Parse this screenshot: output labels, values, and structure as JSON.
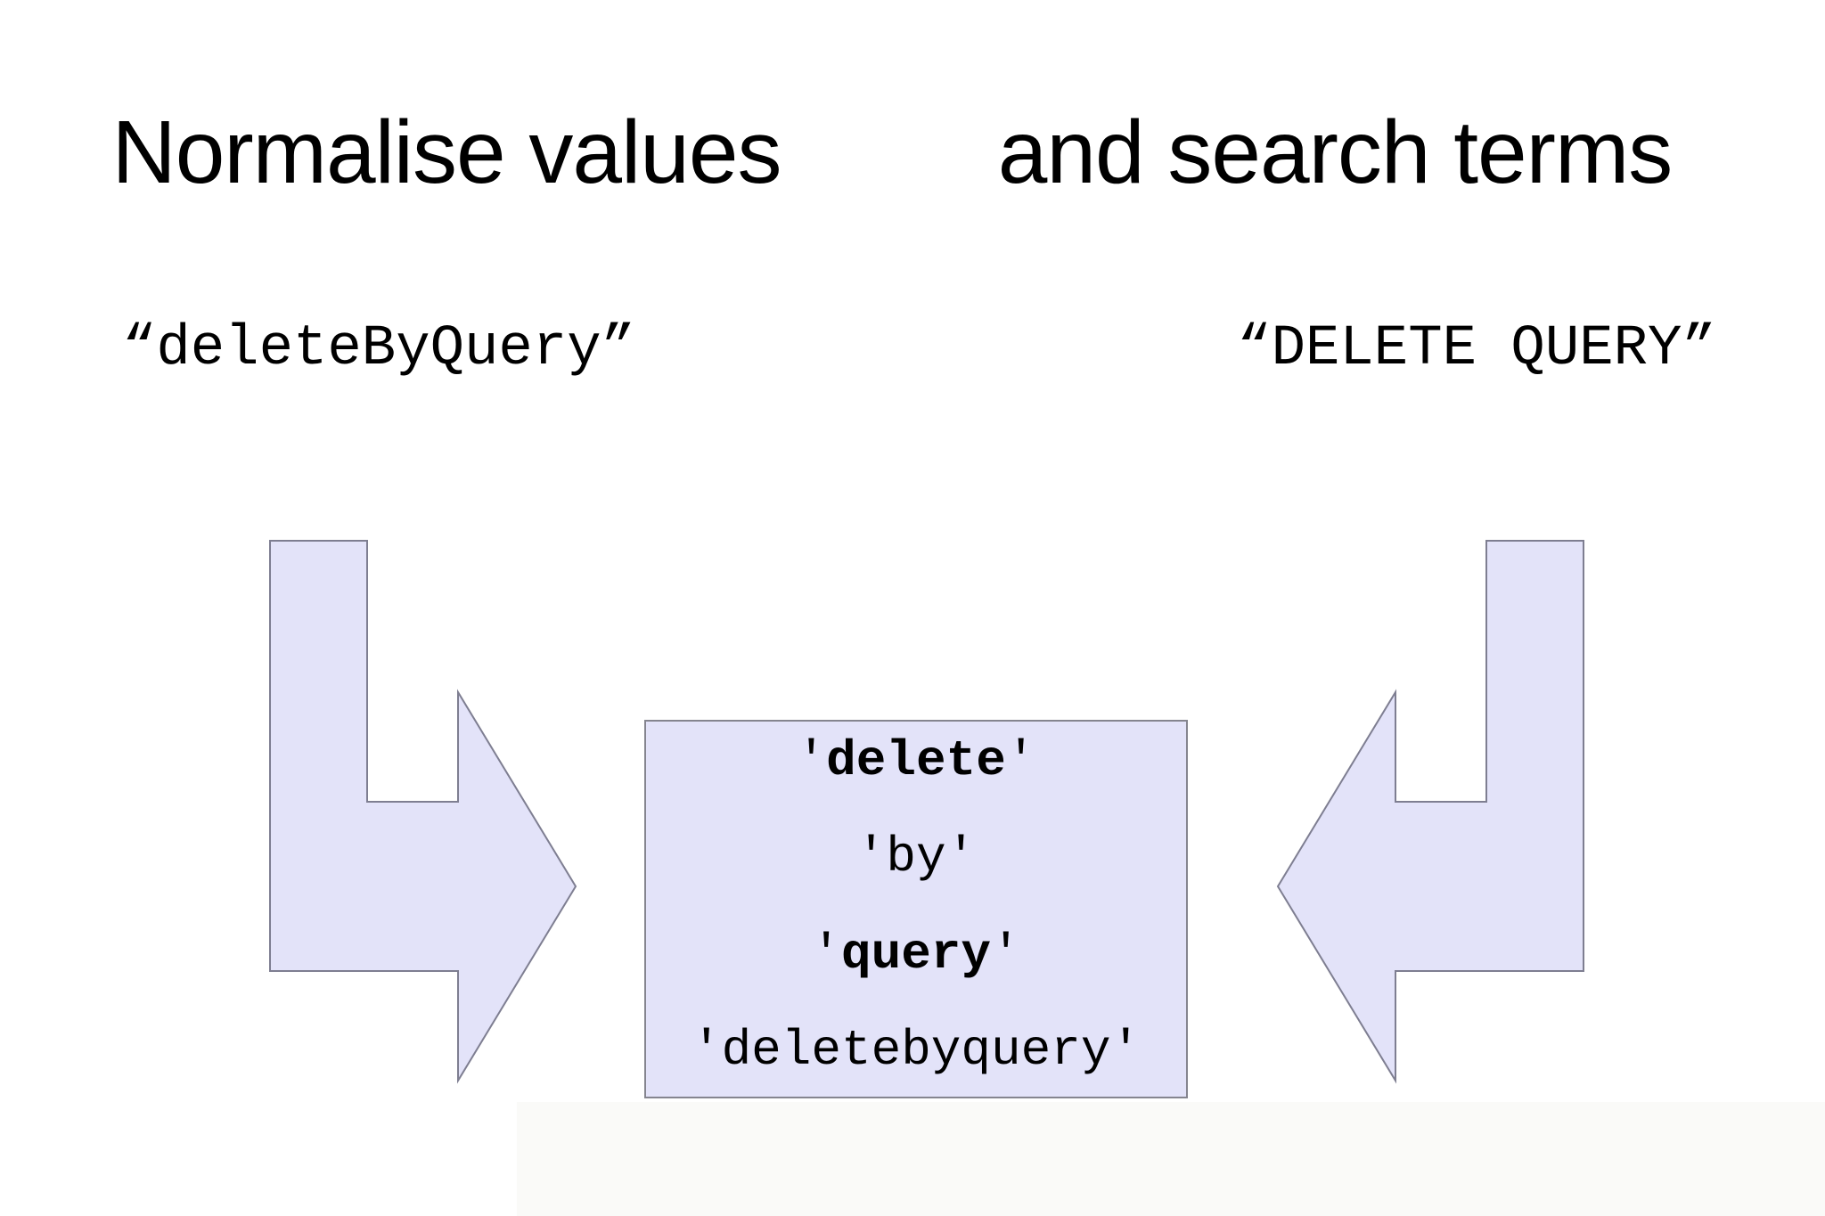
{
  "slide": {
    "title": {
      "left": "Normalise values",
      "right": "and search terms"
    },
    "value_label": "“deleteByQuery”",
    "search_term_label": "“DELETE QUERY”",
    "normalised_box": {
      "lines": [
        {
          "open": "'",
          "word": "delete",
          "close": "'",
          "word_class": "word bold"
        },
        {
          "open": "'",
          "word": "by",
          "close": "'",
          "word_class": "word"
        },
        {
          "open": "'",
          "word": "query",
          "close": "'",
          "word_class": "word bold"
        },
        {
          "open": "'",
          "word": "deletebyquery",
          "close": "'",
          "word_class": "word"
        }
      ]
    },
    "colors": {
      "background": "#ffffff",
      "shape_fill": "#e3e3f9",
      "shape_border": "#7e7e91",
      "box_border": "#85858f",
      "text": "#000000",
      "bottom_band": "#fafaf8"
    }
  }
}
